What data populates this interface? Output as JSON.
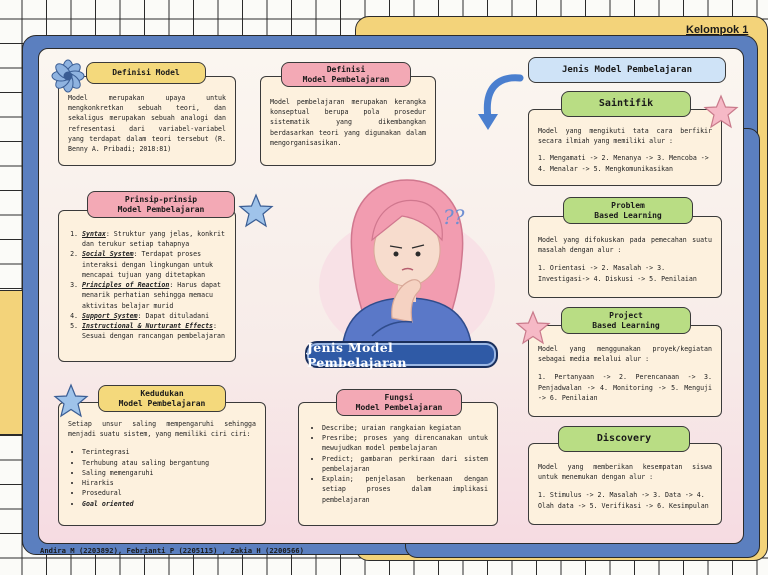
{
  "group_label": "Kelompok 1",
  "central_title": "Jenis Model Pembelajaran",
  "right_header": "Jenis Model Pembelajaran",
  "definisi_model": {
    "title": "Definisi Model",
    "text": "Model merupakan upaya untuk mengkonkretkan sebuah teori, dan sekaligus merupakan sebuah analogi dan refresentasi dari variabel-variabel yang terdapat dalam teori tersebut (R. Benny A. Pribadi; 2018:81)"
  },
  "definisi_pembelajaran": {
    "title_1": "Definisi",
    "title_2": "Model Pembelajaran",
    "text": "Model pembelajaran merupakan kerangka konseptual berupa pola prosedur sistematik yang dikembangkan berdasarkan teori yang digunakan dalam mengorganisasikan."
  },
  "prinsip": {
    "title_1": "Prinsip-prinsip",
    "title_2": "Model Pembelajaran",
    "items": [
      {
        "term": "Syntax",
        "desc": ": Struktur yang jelas, konkrit dan terukur setiap tahapnya"
      },
      {
        "term": "Social System",
        "desc": ": Terdapat proses interaksi dengan lingkungan untuk mencapai tujuan yang ditetapkan"
      },
      {
        "term": "Principles of Reaction",
        "desc": ": Harus dapat menarik perhatian sehingga memacu aktivitas belajar murid"
      },
      {
        "term": "Support System",
        "desc": ": Dapat dituladani"
      },
      {
        "term": "Instructional & Nurturant Effects",
        "desc": ": Sesuai dengan rancangan pembelajaran"
      }
    ]
  },
  "kedudukan": {
    "title_1": "Kedudukan",
    "title_2": "Model Pembelajaran",
    "intro": "Setiap unsur saling mempengaruhi sehingga menjadi suatu sistem, yang memiliki ciri ciri:",
    "items": [
      "Terintegrasi",
      "Terhubung atau saling bergantung",
      "Saling memengaruhi",
      "Hirarkis",
      "Prosedural",
      "Goal oriented"
    ]
  },
  "fungsi": {
    "title_1": "Fungsi",
    "title_2": "Model Pembelajaran",
    "items": [
      "Describe; uraian rangkaian kegiatan",
      "Presribe; proses yang direncanakan untuk mewujudkan model pembelajaran",
      "Predict; gambaran perkiraan dari sistem pembelajaran",
      "Explain; penjelasan berkenaan dengan setiap proses dalam implikasi pembelajaran"
    ]
  },
  "saintifik": {
    "title": "Saintifik",
    "line1": "Model yang mengikuti tata cara berfikir secara ilmiah yang memiliki alur :",
    "line2": "1. Mengamati -> 2. Menanya -> 3. Mencoba -> 4. Menalar -> 5. Mengkomunikasikan"
  },
  "problem": {
    "title_1": "Problem",
    "title_2": "Based Learning",
    "line1": "Model yang difokuskan pada pemecahan suatu masalah dengan alur :",
    "line2": "1. Orientasi -> 2. Masalah -> 3. Investigasi-> 4. Diskusi -> 5. Penilaian"
  },
  "project": {
    "title_1": "Project",
    "title_2": "Based Learning",
    "line1": "Model yang menggunakan proyek/kegiatan sebagai media melalui alur :",
    "line2": "1. Pertanyaan -> 2. Perencanaan -> 3. Penjadwalan -> 4. Monitoring -> 5. Menguji -> 6. Penilaian"
  },
  "discovery": {
    "title": "Discovery",
    "line1": "Model yang memberikan kesempatan siswa untuk menemukan dengan alur :",
    "line2": "1. Stimulus -> 2. Masalah -> 3. Data -> 4. Olah data -> 5. Verifikasi -> 6. Kesimpulan"
  },
  "footer": "Andira M (2203892), Febrianti P (2205115) , Zakia H (2200566)",
  "question_marks": "??",
  "colors": {
    "yellow": "#f4d97c",
    "pink": "#f3a9b5",
    "green": "#b9dd84",
    "blue": "#5b7fbf",
    "title_blue": "#2f5aa6",
    "cream": "#fdf1de"
  }
}
